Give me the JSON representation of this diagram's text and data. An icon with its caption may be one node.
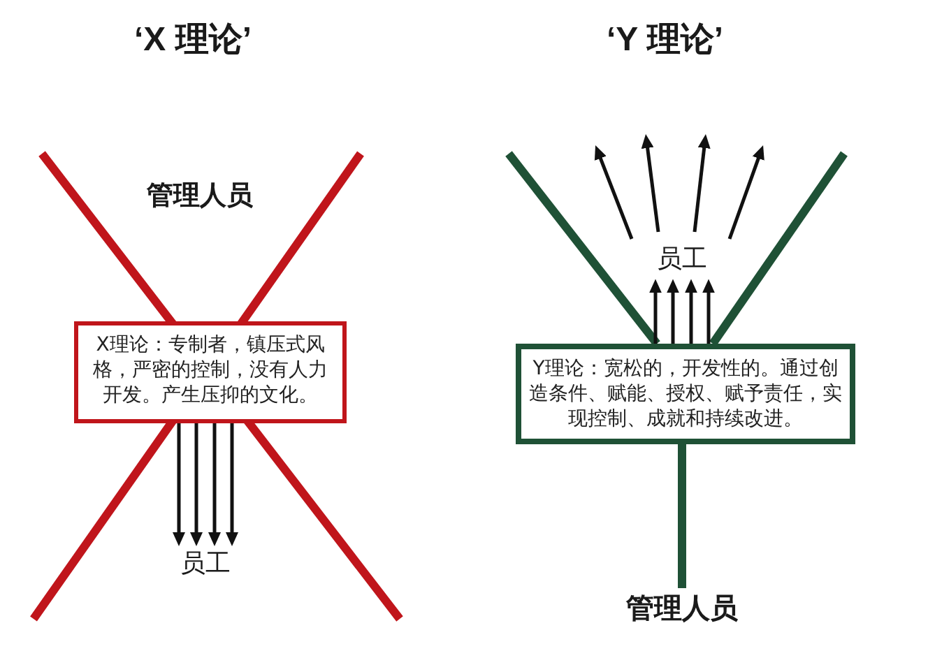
{
  "diagram": {
    "nodes": [
      {
        "text": [
          "X理论：专制者，镇压式风格，严密的控制，没有人力开发。产生压抑的文化。"
        ]
      },
      {
        "text": [
          "员工"
        ]
      },
      {
        "text": [
          "员工"
        ]
      },
      {
        "text": [
          "Y理论：宽松的，开发性的。通过创造条件、赋能、授权、赋予责任，实现控制、成就和持续改进。"
        ]
      },
      {
        "text": [
          "管理人员"
        ]
      }
    ],
    "edges": [
      {
        "from": 0,
        "to": 1,
        "arrow": "to"
      },
      {
        "from": 0,
        "to": 1,
        "arrow": "to"
      },
      {
        "from": 0,
        "to": 1,
        "arrow": "to"
      },
      {
        "from": 0,
        "to": 1,
        "arrow": "to"
      },
      {
        "from": 3,
        "to": 2,
        "arrow": "to"
      },
      {
        "from": 3,
        "to": 2,
        "arrow": "to"
      },
      {
        "from": 3,
        "to": 2,
        "arrow": "to"
      },
      {
        "from": 3,
        "to": 2,
        "arrow": "to"
      },
      {
        "from": 2,
        "to": null,
        "arrow": "to"
      },
      {
        "from": 2,
        "to": null,
        "arrow": "to"
      },
      {
        "from": 2,
        "to": null,
        "arrow": "to"
      },
      {
        "from": 2,
        "to": null,
        "arrow": "to"
      },
      {
        "from": 3,
        "to": 4,
        "arrow": "none",
        "style": "thick",
        "color": "#1f5136"
      }
    ],
    "labels": [
      "‘X 理论’",
      "‘Y 理论’",
      "管理人员"
    ]
  }
}
